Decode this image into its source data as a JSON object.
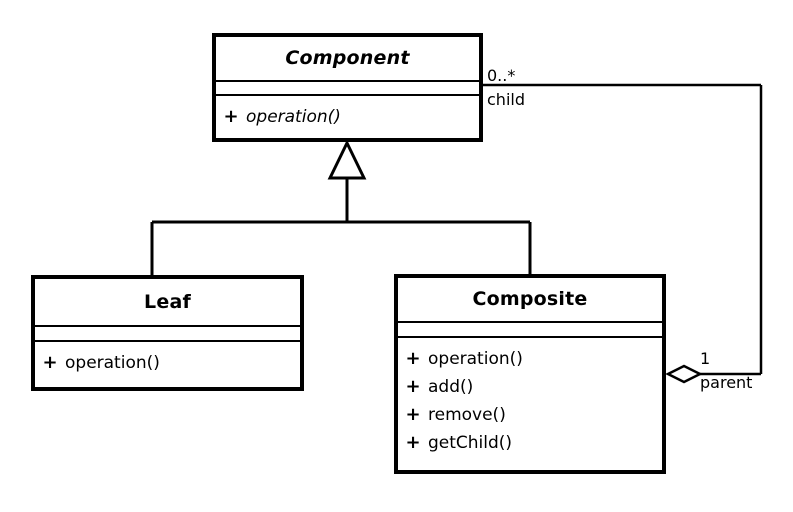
{
  "diagram": {
    "kind": "uml-class-diagram",
    "pattern": "Composite",
    "background_color": "#ffffff",
    "line_color": "#000000",
    "classes": [
      {
        "id": "component",
        "name": "Component",
        "abstract": true,
        "attributes": [],
        "operations": [
          {
            "visibility": "+",
            "name": "operation()",
            "abstract": true
          }
        ]
      },
      {
        "id": "leaf",
        "name": "Leaf",
        "abstract": false,
        "attributes": [],
        "operations": [
          {
            "visibility": "+",
            "name": "operation()",
            "abstract": false
          }
        ]
      },
      {
        "id": "composite",
        "name": "Composite",
        "abstract": false,
        "attributes": [],
        "operations": [
          {
            "visibility": "+",
            "name": "operation()",
            "abstract": false
          },
          {
            "visibility": "+",
            "name": "add()",
            "abstract": false
          },
          {
            "visibility": "+",
            "name": "remove()",
            "abstract": false
          },
          {
            "visibility": "+",
            "name": "getChild()",
            "abstract": false
          }
        ]
      }
    ],
    "relationships": [
      {
        "id": "leaf-generalization",
        "type": "generalization",
        "from": "leaf",
        "to": "component",
        "arrow": "hollow-triangle"
      },
      {
        "id": "composite-generalization",
        "type": "generalization",
        "from": "composite",
        "to": "component",
        "arrow": "hollow-triangle"
      },
      {
        "id": "composite-aggregation",
        "type": "aggregation",
        "from": "composite",
        "to": "component",
        "arrow": "hollow-diamond",
        "source_end": {
          "multiplicity": "1",
          "role": "parent"
        },
        "target_end": {
          "multiplicity": "0..*",
          "role": "child"
        }
      }
    ],
    "labels": {
      "child_multiplicity": "0..*",
      "child_role": "child",
      "parent_multiplicity": "1",
      "parent_role": "parent"
    }
  }
}
